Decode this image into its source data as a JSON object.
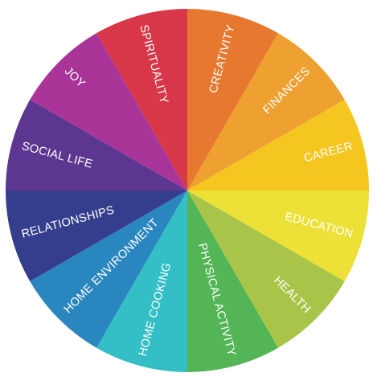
{
  "wheel": {
    "segments": [
      {
        "label": "CREATIVITY",
        "color": "#E6782F"
      },
      {
        "label": "FINANCES",
        "color": "#EEA030"
      },
      {
        "label": "CAREER",
        "color": "#F4C61F"
      },
      {
        "label": "EDUCATION",
        "color": "#EDE137"
      },
      {
        "label": "HEALTH",
        "color": "#A8C54A"
      },
      {
        "label": "PHYSICAL ACTIVITY",
        "color": "#53B555"
      },
      {
        "label": "HOME COOKING",
        "color": "#34BFC6"
      },
      {
        "label": "HOME ENVIRONMENT",
        "color": "#2A86BE"
      },
      {
        "label": "RELATIONSHIPS",
        "color": "#353E8C"
      },
      {
        "label": "SOCIAL LIFE",
        "color": "#5C3690"
      },
      {
        "label": "JOY",
        "color": "#A93599"
      },
      {
        "label": "SPIRITUALITY",
        "color": "#D73748"
      }
    ]
  }
}
